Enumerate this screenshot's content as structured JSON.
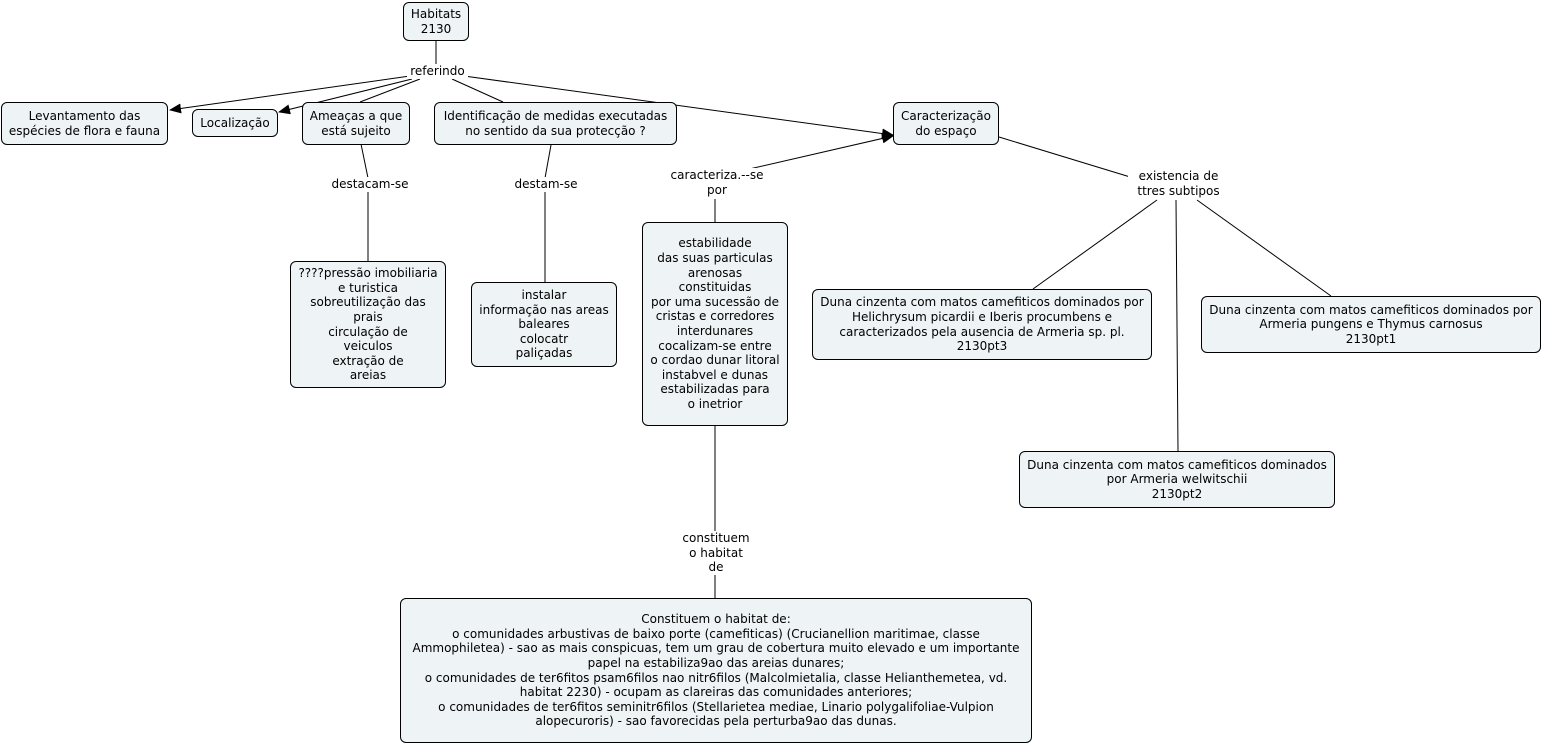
{
  "concepts": {
    "habitats": "Habitats\n2130",
    "levantamento": "Levantamento das\nespécies de flora e fauna",
    "localizacao": "Localização",
    "ameacas": "Ameaças a que\nestá sujeito",
    "identificacao": "Identificação de medidas executadas\nno sentido da sua protecção ?",
    "caracterizacao": "Caracterização\ndo espaço",
    "pressao": "????pressão imobiliaria\ne turistica\nsobreutilização das\nprais\ncirculação de\nveiculos\nextração de\nareias",
    "instalar": "instalar\ninformação nas areas\nbaleares\ncolocatr\npaliçadas",
    "estabilidade": "estabilidade\ndas suas particulas\narenosas\nconstituidas\npor uma sucessão de\ncristas e corredores\ninterdunares\ncocalizam-se entre\no cordao dunar litoral\ninstabvel e dunas\nestabilizadas para\no inetrior",
    "pt3": "Duna cinzenta com matos camefiticos dominados por\nHelichrysum picardii e Iberis procumbens e\ncaracterizados pela ausencia de Armeria sp. pl.\n2130pt3",
    "pt1": "Duna cinzenta com matos camefiticos dominados por\nArmeria pungens e Thymus carnosus\n2130pt1",
    "pt2": "Duna cinzenta com matos camefiticos dominados\npor Armeria welwitschii\n2130pt2",
    "constituem_text": "Constituem o habitat de:\no comunidades arbustivas de baixo porte (camefiticas)  (Crucianellion  maritimae,  classe\nAmmophiletea) - sao as mais conspicuas, tem um grau de cobertura muito elevado e um importante\npapel na estabiliza9ao das areias dunares;\no comunidades de ter6fitos psam6filos nao nitr6filos (Malcolmietalia, classe Helianthemetea, vd.\nhabitat 2230) - ocupam as clareiras das comunidades anteriores;\no comunidades de ter6fitos seminitr6filos (Stellarietea mediae, Linario polygalifoliae-Vulpion\nalopecuroris) - sao favorecidas pela perturba9ao das dunas."
  },
  "linking_phrases": {
    "referindo": "referindo",
    "destacam": "destacam-se",
    "destam": "destam-se",
    "caracteriza": "caracteriza.--se\npor",
    "existencia": "existencia de\nttres subtipos",
    "constituem": "constituem\no habitat\nde"
  },
  "colors": {
    "node_fill": "#eef3f5",
    "line": "#000000"
  }
}
